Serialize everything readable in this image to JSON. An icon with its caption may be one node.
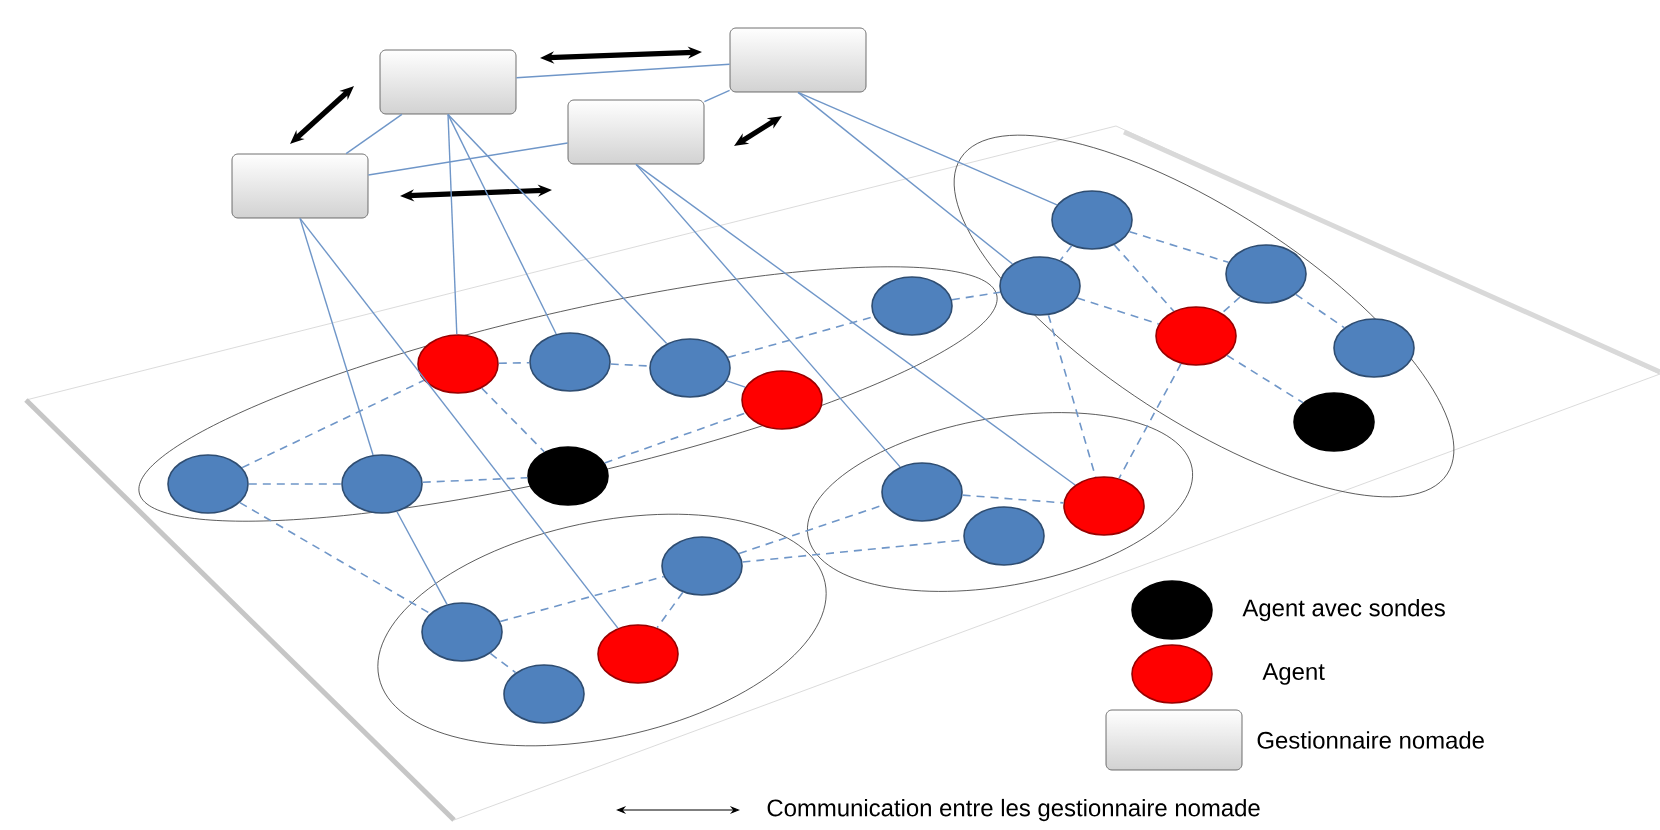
{
  "diagram": {
    "nodes": [
      {
        "text": [],
        "shape": "box"
      },
      {
        "text": [],
        "shape": "box"
      },
      {
        "text": [],
        "shape": "box"
      },
      {
        "text": [],
        "shape": "box"
      },
      {
        "text": [],
        "shape": "ellipse"
      },
      {
        "text": [],
        "shape": "circle",
        "in": 4
      },
      {
        "text": [],
        "shape": "circle",
        "in": 4
      },
      {
        "text": [],
        "shape": "circle",
        "in": 4
      },
      {
        "text": [],
        "shape": "circle",
        "in": 4
      },
      {
        "text": [],
        "shape": "circle",
        "in": 4
      },
      {
        "text": [],
        "shape": "circle",
        "in": 4
      },
      {
        "text": [],
        "shape": "circle",
        "in": 4
      },
      {
        "text": [],
        "shape": "circle",
        "in": 4
      },
      {
        "text": [],
        "shape": "ellipse"
      },
      {
        "text": [],
        "shape": "circle",
        "in": 13
      },
      {
        "text": [],
        "shape": "circle",
        "in": 13
      },
      {
        "text": [],
        "shape": "circle",
        "in": 13
      },
      {
        "text": [],
        "shape": "circle",
        "in": 13
      },
      {
        "text": [],
        "shape": "circle",
        "in": 13
      },
      {
        "text": [],
        "shape": "circle",
        "in": 13
      },
      {
        "text": [],
        "shape": "ellipse"
      },
      {
        "text": [],
        "shape": "circle",
        "in": 20
      },
      {
        "text": [],
        "shape": "circle",
        "in": 20
      },
      {
        "text": [],
        "shape": "circle",
        "in": 20
      },
      {
        "text": [],
        "shape": "ellipse"
      },
      {
        "text": [],
        "shape": "circle",
        "in": 24
      },
      {
        "text": [],
        "shape": "circle",
        "in": 24
      },
      {
        "text": [],
        "shape": "circle",
        "in": 24
      },
      {
        "text": [],
        "shape": "circle",
        "in": 24
      }
    ],
    "edges": [
      {
        "from": 0,
        "to": 1,
        "arrow": "none"
      },
      {
        "from": 3,
        "to": 0,
        "arrow": "none"
      },
      {
        "from": 3,
        "to": 2,
        "arrow": "none"
      },
      {
        "from": 2,
        "to": 1,
        "arrow": "none"
      },
      {
        "from": 0,
        "to": 1,
        "arrow": "both",
        "style": "thick",
        "color": "#000000"
      },
      {
        "from": 3,
        "to": 0,
        "arrow": "both",
        "style": "thick",
        "color": "#000000"
      },
      {
        "from": 3,
        "to": 2,
        "arrow": "both",
        "style": "thick",
        "color": "#000000"
      },
      {
        "from": 2,
        "to": 1,
        "arrow": "both",
        "style": "thick",
        "color": "#000000"
      },
      {
        "from": 0,
        "to": 5,
        "arrow": "none"
      },
      {
        "from": 0,
        "to": 6,
        "arrow": "none"
      },
      {
        "from": 0,
        "to": 7,
        "arrow": "none"
      },
      {
        "from": 3,
        "to": 11,
        "arrow": "none"
      },
      {
        "from": 3,
        "to": 27,
        "arrow": "none"
      },
      {
        "from": 2,
        "to": 21,
        "arrow": "none"
      },
      {
        "from": 2,
        "to": 23,
        "arrow": "none"
      },
      {
        "from": 1,
        "to": 14,
        "arrow": "none"
      },
      {
        "from": 1,
        "to": 15,
        "arrow": "none"
      },
      {
        "from": 7,
        "to": 8,
        "arrow": "none"
      },
      {
        "from": 11,
        "to": 26,
        "arrow": "none"
      },
      {
        "from": 10,
        "to": 11,
        "arrow": "none",
        "style": "dashed"
      },
      {
        "from": 11,
        "to": 12,
        "arrow": "none",
        "style": "dashed"
      },
      {
        "from": 10,
        "to": 5,
        "arrow": "none",
        "style": "dashed"
      },
      {
        "from": 5,
        "to": 6,
        "arrow": "none",
        "style": "dashed"
      },
      {
        "from": 6,
        "to": 7,
        "arrow": "none",
        "style": "dashed"
      },
      {
        "from": 5,
        "to": 12,
        "arrow": "none",
        "style": "dashed"
      },
      {
        "from": 12,
        "to": 8,
        "arrow": "none",
        "style": "dashed"
      },
      {
        "from": 7,
        "to": 9,
        "arrow": "none",
        "style": "dashed"
      },
      {
        "from": 10,
        "to": 26,
        "arrow": "none",
        "style": "dashed"
      },
      {
        "from": 9,
        "to": 15,
        "arrow": "none",
        "style": "dashed"
      },
      {
        "from": 14,
        "to": 15,
        "arrow": "none",
        "style": "dashed"
      },
      {
        "from": 14,
        "to": 16,
        "arrow": "none",
        "style": "dashed"
      },
      {
        "from": 14,
        "to": 17,
        "arrow": "none",
        "style": "dashed"
      },
      {
        "from": 15,
        "to": 17,
        "arrow": "none",
        "style": "dashed"
      },
      {
        "from": 16,
        "to": 17,
        "arrow": "none",
        "style": "dashed"
      },
      {
        "from": 16,
        "to": 18,
        "arrow": "none",
        "style": "dashed"
      },
      {
        "from": 17,
        "to": 19,
        "arrow": "none",
        "style": "dashed"
      },
      {
        "from": 15,
        "to": 23,
        "arrow": "none",
        "style": "dashed"
      },
      {
        "from": 17,
        "to": 23,
        "arrow": "none",
        "style": "dashed"
      },
      {
        "from": 21,
        "to": 23,
        "arrow": "none",
        "style": "dashed"
      },
      {
        "from": 25,
        "to": 21,
        "arrow": "none",
        "style": "dashed"
      },
      {
        "from": 25,
        "to": 22,
        "arrow": "none",
        "style": "dashed"
      },
      {
        "from": 26,
        "to": 25,
        "arrow": "none",
        "style": "dashed"
      },
      {
        "from": 26,
        "to": 28,
        "arrow": "none",
        "style": "dashed"
      },
      {
        "from": 25,
        "to": 27,
        "arrow": "none",
        "style": "dashed"
      }
    ],
    "legend": [
      {
        "text": "Agent avec sondes",
        "color": "#000000"
      },
      {
        "text": "Agent",
        "color": "#ff0000"
      },
      {
        "text": "Gestionnaire nomade"
      },
      {
        "text": "Communication entre les gestionnaire nomade"
      }
    ]
  }
}
